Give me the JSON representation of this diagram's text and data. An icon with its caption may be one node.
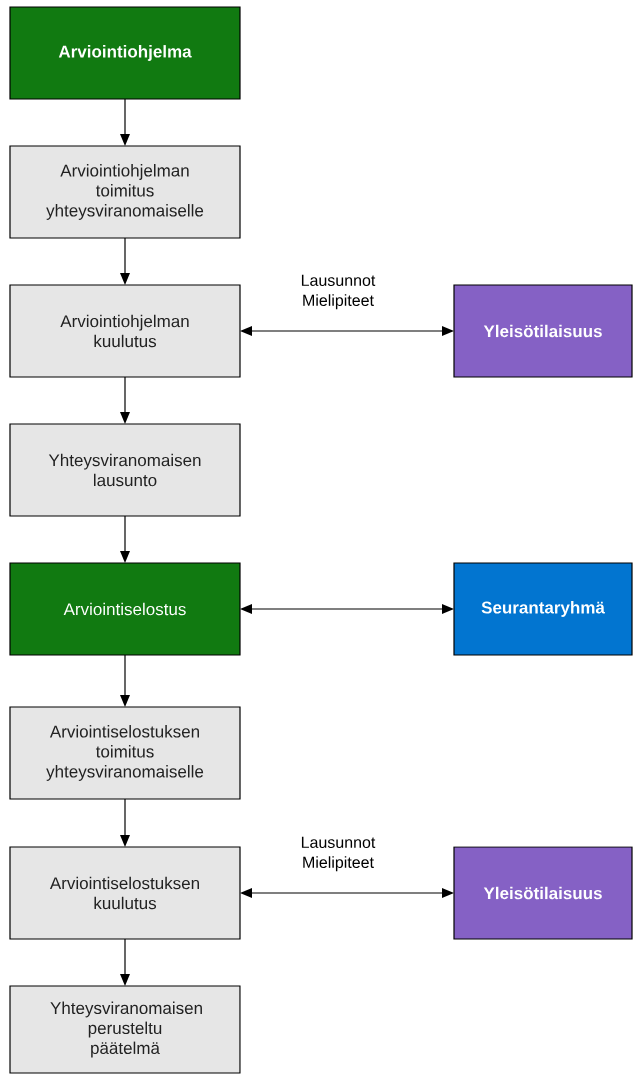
{
  "diagram": {
    "nodes": [
      {
        "text": [
          "Arviointiohjelma"
        ]
      },
      {
        "text": [
          "Arviointiohjelman toimitus yhteysviranomaiselle"
        ]
      },
      {
        "text": [
          "Arviointiohjelman kuulutus"
        ]
      },
      {
        "text": [
          "Yhteysviranomaisen lausunto"
        ]
      },
      {
        "text": [
          "Arviointiselostus"
        ]
      },
      {
        "text": [
          "Arviointiselostuksen toimitus yhteysviranomaiselle"
        ]
      },
      {
        "text": [
          "Arviointiselostuksen kuulutus"
        ]
      },
      {
        "text": [
          "Yhteysviranomaisen perusteltu päätelmä"
        ]
      },
      {
        "text": [
          "Yleisötilaisuus"
        ]
      },
      {
        "text": [
          "Seurantaryhmä"
        ]
      },
      {
        "text": [
          "Yleisötilaisuus"
        ]
      }
    ],
    "edges": [
      {
        "from": 0,
        "to": 1,
        "arrow": "to"
      },
      {
        "from": 1,
        "to": 2,
        "arrow": "to"
      },
      {
        "from": 2,
        "to": 3,
        "arrow": "to"
      },
      {
        "from": 3,
        "to": 4,
        "arrow": "to"
      },
      {
        "from": 4,
        "to": 5,
        "arrow": "to"
      },
      {
        "from": 5,
        "to": 6,
        "arrow": "to"
      },
      {
        "from": 6,
        "to": 7,
        "arrow": "to"
      },
      {
        "from": 2,
        "to": 8,
        "arrow": "both",
        "label": "Lausunnot Mielipiteet"
      },
      {
        "from": 4,
        "to": 9,
        "arrow": "both"
      },
      {
        "from": 6,
        "to": 10,
        "arrow": "both",
        "label": "Lausunnot Mielipiteet"
      }
    ]
  }
}
